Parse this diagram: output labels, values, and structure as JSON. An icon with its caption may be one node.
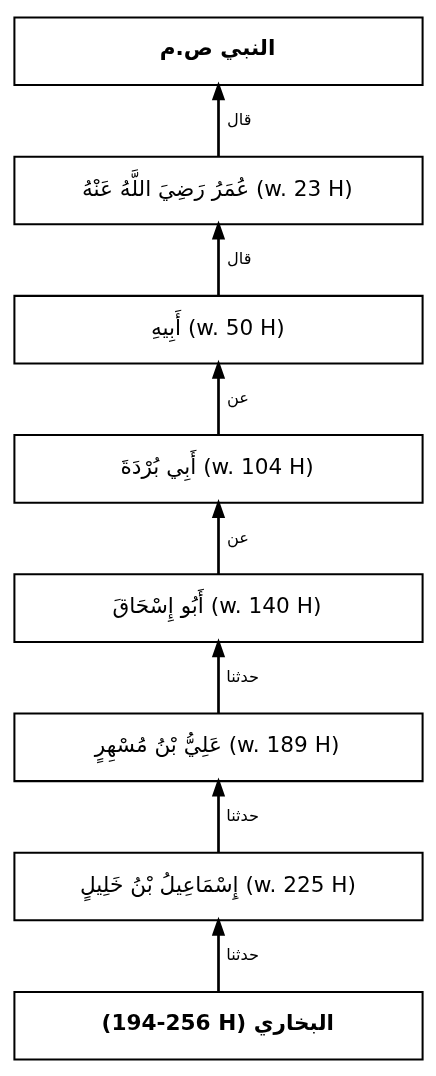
{
  "diagram": {
    "nodes": [
      {
        "text": [
          "النبي ص.م"
        ]
      },
      {
        "text": [
          "عُمَرُ رَضِيَ اللَّهُ عَنْهُ (w. 23 H)"
        ]
      },
      {
        "text": [
          "أَبِيهِ (w. 50 H)"
        ]
      },
      {
        "text": [
          "أَبِي بُرْدَةَ (w. 104 H)"
        ]
      },
      {
        "text": [
          "أَبُو إِسْحَاقَ (w. 140 H)"
        ]
      },
      {
        "text": [
          "عَلِيُّ بْنُ مُسْهِرٍ (w. 189 H)"
        ]
      },
      {
        "text": [
          "إِسْمَاعِيلُ بْنُ خَلِيلٍ (w. 225 H)"
        ]
      },
      {
        "text": [
          "(194-256 H) البخاري"
        ]
      }
    ],
    "edges": [
      {
        "from": 1,
        "to": 0,
        "arrow": "to",
        "label": "قال"
      },
      {
        "from": 2,
        "to": 1,
        "arrow": "to",
        "label": "قال"
      },
      {
        "from": 3,
        "to": 2,
        "arrow": "to",
        "label": "عن"
      },
      {
        "from": 4,
        "to": 3,
        "arrow": "to",
        "label": "عن"
      },
      {
        "from": 5,
        "to": 4,
        "arrow": "to",
        "label": "حدثنا"
      },
      {
        "from": 6,
        "to": 5,
        "arrow": "to",
        "label": "حدثنا"
      },
      {
        "from": 7,
        "to": 6,
        "arrow": "to",
        "label": "حدثنا"
      }
    ]
  }
}
